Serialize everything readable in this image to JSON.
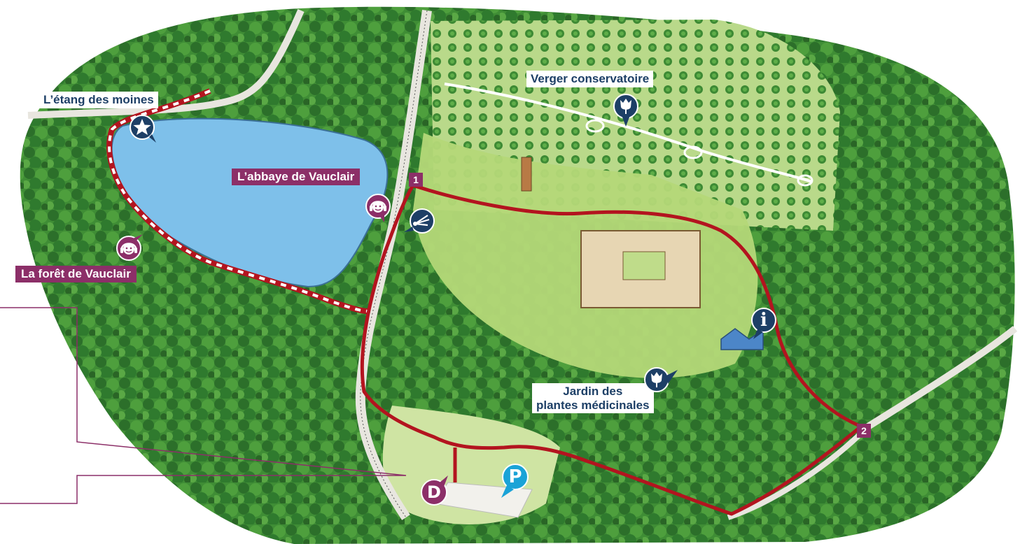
{
  "map": {
    "labels": {
      "etang": "L’étang des moines",
      "verger": "Verger conservatoire",
      "abbaye": "L’abbaye de Vauclair",
      "foret": "La forêt de Vauclair",
      "jardin_line1": "Jardin des",
      "jardin_line2": "plantes médicinales"
    },
    "steps": {
      "one": "1",
      "two": "2"
    },
    "markers": {
      "depart": "D",
      "parking": "P",
      "info": "i"
    },
    "icons": {
      "star": "star-icon",
      "audio": "headphones-icon",
      "tulip": "tulip-icon",
      "viewpoint": "binoculars-icon"
    },
    "colors": {
      "route": "#b3141f",
      "plum": "#8c2f68",
      "navy": "#1d3f66",
      "parking": "#1aa3d7",
      "water": "#7ec0ea",
      "forest": "#2f7a2e",
      "meadow": "#a9cf6b"
    }
  }
}
